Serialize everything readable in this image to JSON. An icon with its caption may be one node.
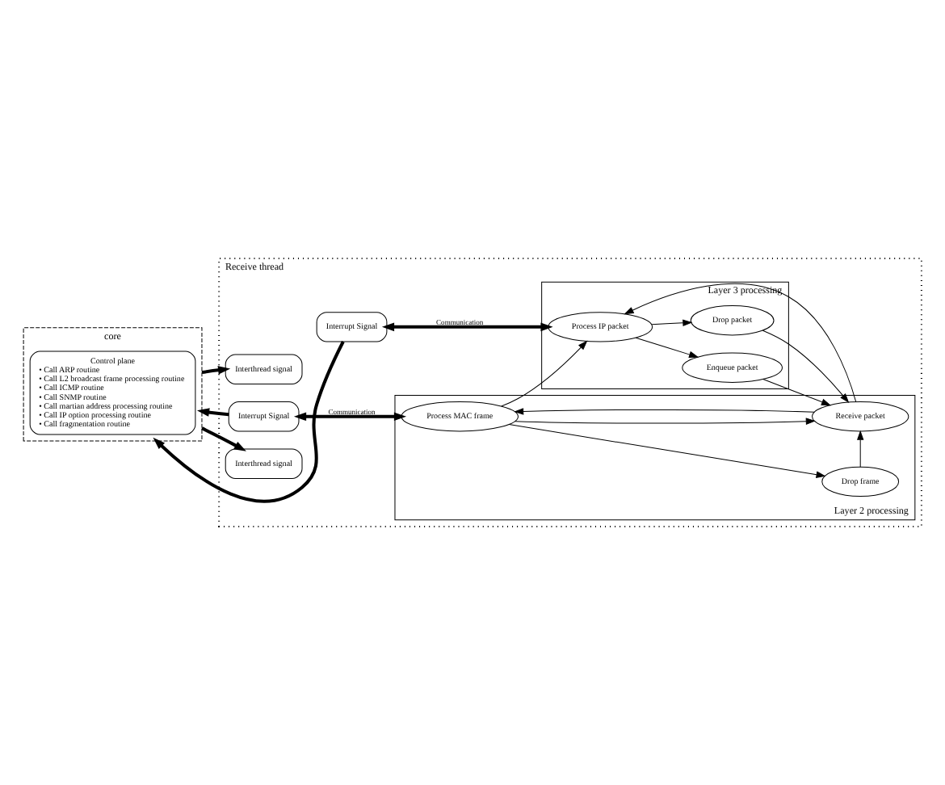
{
  "diagram": {
    "nodes": [
      {
        "text": [
          "core"
        ]
      },
      {
        "text": [
          "Control plane",
          "• Call ARP routine",
          "• Call L2 broadcast frame processing routine",
          "• Call ICMP routine",
          "• Call SNMP routine",
          "• Call martian address processing routine",
          "• Call IP option processing routine",
          "• Call fragmentation routine"
        ],
        "in": 0
      },
      {
        "text": [
          "Receive thread"
        ]
      },
      {
        "text": [
          "Layer 3 processing"
        ],
        "in": 2
      },
      {
        "text": [
          "Interrupt Signal"
        ],
        "in": 2
      },
      {
        "text": [
          "Interthread signal"
        ],
        "in": 2
      },
      {
        "text": [
          "Process IP packet"
        ],
        "in": 3
      },
      {
        "text": [
          "Enqueue packet"
        ],
        "in": 3
      },
      {
        "text": [
          "Drop packet"
        ],
        "in": 3
      },
      {
        "text": [
          "Layer 2 processing"
        ],
        "in": 2
      },
      {
        "text": [
          "Interrupt Signal"
        ],
        "in": 2
      },
      {
        "text": [
          "Interthread signal"
        ],
        "in": 2
      },
      {
        "text": [
          "Process MAC frame"
        ],
        "in": 9
      },
      {
        "text": [
          "Receive packet"
        ],
        "in": 9
      },
      {
        "text": [
          "Drop frame"
        ],
        "in": 9
      }
    ],
    "edges": [
      {
        "from": 4,
        "to": 0,
        "arrow": "to",
        "style": "thick"
      },
      {
        "from": 0,
        "to": 5,
        "arrow": "to",
        "style": "thick"
      },
      {
        "from": 4,
        "to": 6,
        "arrow": "both",
        "style": "thick",
        "label": "Communication"
      },
      {
        "from": 10,
        "to": 0,
        "arrow": "to",
        "style": "thick"
      },
      {
        "from": 0,
        "to": 11,
        "arrow": "to",
        "style": "thick"
      },
      {
        "from": 10,
        "to": 12,
        "arrow": "both",
        "style": "thick",
        "label": "Communication"
      },
      {
        "from": 6,
        "to": 7,
        "arrow": "to"
      },
      {
        "from": 6,
        "to": 8,
        "arrow": "to"
      },
      {
        "from": 7,
        "to": 13,
        "arrow": "to"
      },
      {
        "from": 8,
        "to": 13,
        "arrow": "to"
      },
      {
        "from": 12,
        "to": 6,
        "arrow": "to"
      },
      {
        "from": 13,
        "to": 6,
        "arrow": "to"
      },
      {
        "from": 13,
        "to": 12,
        "arrow": "to"
      },
      {
        "from": 12,
        "to": 13,
        "arrow": "to"
      },
      {
        "from": 12,
        "to": 14,
        "arrow": "to"
      },
      {
        "from": 14,
        "to": 13,
        "arrow": "to"
      }
    ]
  }
}
